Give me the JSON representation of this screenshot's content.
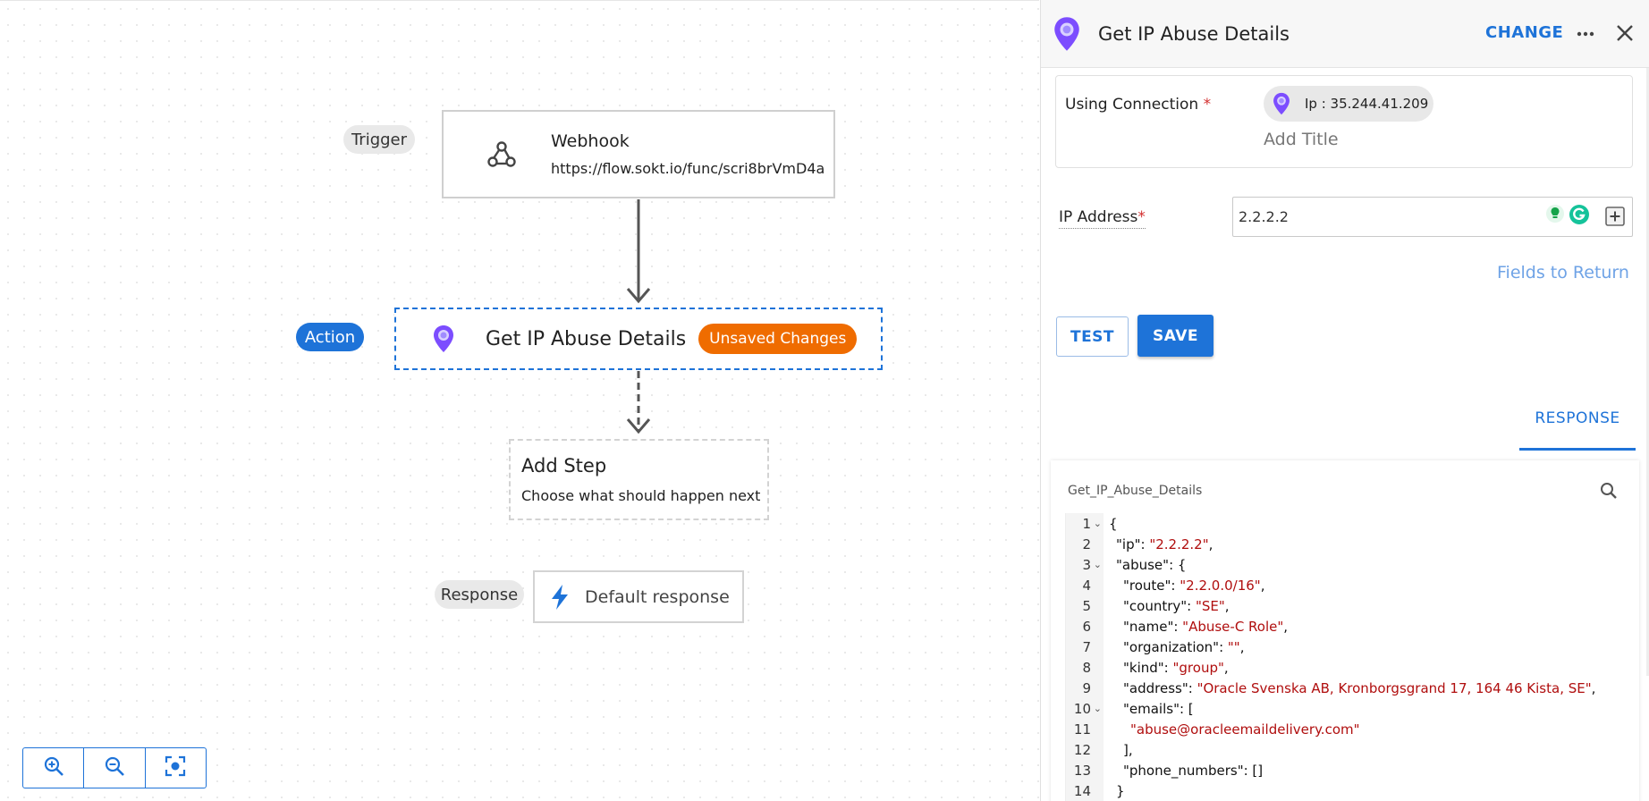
{
  "canvas": {
    "trigger_label": "Trigger",
    "webhook": {
      "title": "Webhook",
      "url": "https://flow.sokt.io/func/scri8brVmD4a"
    },
    "action_label": "Action",
    "action": {
      "title": "Get IP Abuse Details",
      "badge": "Unsaved Changes"
    },
    "add_step": {
      "title": "Add Step",
      "subtitle": "Choose what should happen next"
    },
    "response_label": "Response",
    "response": {
      "title": "Default response"
    }
  },
  "panel": {
    "title": "Get IP Abuse Details",
    "change_label": "CHANGE",
    "connection": {
      "label": "Using Connection",
      "required_mark": "*",
      "chip": "Ip : 35.244.41.209",
      "add_title": "Add Title"
    },
    "ip_field": {
      "label": "IP Address",
      "required_mark": "*",
      "value": "2.2.2.2"
    },
    "fields_to_return": "Fields to Return",
    "test_label": "TEST",
    "save_label": "SAVE",
    "tab_response": "RESPONSE",
    "response_box": {
      "title": "Get_IP_Abuse_Details",
      "lines": [
        {
          "n": "1",
          "fold": true,
          "indent": 0,
          "parts": [
            [
              "p",
              "{"
            ]
          ]
        },
        {
          "n": "2",
          "fold": false,
          "indent": 1,
          "parts": [
            [
              "p",
              "\"ip\": "
            ],
            [
              "s",
              "\"2.2.2.2\""
            ],
            [
              "p",
              ","
            ]
          ]
        },
        {
          "n": "3",
          "fold": true,
          "indent": 1,
          "parts": [
            [
              "p",
              "\"abuse\": {"
            ]
          ]
        },
        {
          "n": "4",
          "fold": false,
          "indent": 2,
          "parts": [
            [
              "p",
              "\"route\": "
            ],
            [
              "s",
              "\"2.2.0.0/16\""
            ],
            [
              "p",
              ","
            ]
          ]
        },
        {
          "n": "5",
          "fold": false,
          "indent": 2,
          "parts": [
            [
              "p",
              "\"country\": "
            ],
            [
              "s",
              "\"SE\""
            ],
            [
              "p",
              ","
            ]
          ]
        },
        {
          "n": "6",
          "fold": false,
          "indent": 2,
          "parts": [
            [
              "p",
              "\"name\": "
            ],
            [
              "s",
              "\"Abuse-C Role\""
            ],
            [
              "p",
              ","
            ]
          ]
        },
        {
          "n": "7",
          "fold": false,
          "indent": 2,
          "parts": [
            [
              "p",
              "\"organization\": "
            ],
            [
              "s",
              "\"\""
            ],
            [
              "p",
              ","
            ]
          ]
        },
        {
          "n": "8",
          "fold": false,
          "indent": 2,
          "parts": [
            [
              "p",
              "\"kind\": "
            ],
            [
              "s",
              "\"group\""
            ],
            [
              "p",
              ","
            ]
          ]
        },
        {
          "n": "9",
          "fold": false,
          "indent": 2,
          "parts": [
            [
              "p",
              "\"address\": "
            ],
            [
              "s",
              "\"Oracle Svenska AB, Kronborgsgrand 17, 164 46 Kista, SE\""
            ],
            [
              "p",
              ","
            ]
          ]
        },
        {
          "n": "10",
          "fold": true,
          "indent": 2,
          "parts": [
            [
              "p",
              "\"emails\": ["
            ]
          ]
        },
        {
          "n": "11",
          "fold": false,
          "indent": 3,
          "parts": [
            [
              "s",
              "\"abuse@oracleemaildelivery.com\""
            ]
          ]
        },
        {
          "n": "12",
          "fold": false,
          "indent": 2,
          "parts": [
            [
              "p",
              "],"
            ]
          ]
        },
        {
          "n": "13",
          "fold": false,
          "indent": 2,
          "parts": [
            [
              "p",
              "\"phone_numbers\": []"
            ]
          ]
        },
        {
          "n": "14",
          "fold": false,
          "indent": 1,
          "parts": [
            [
              "p",
              "}"
            ]
          ]
        }
      ]
    }
  },
  "icons": {
    "webhook": "webhook-icon",
    "pin": "location-pin-icon",
    "bolt": "lightning-bolt-icon",
    "zoom_in": "zoom-in-icon",
    "zoom_out": "zoom-out-icon",
    "fit": "fit-screen-icon",
    "more": "more-horizontal-icon",
    "close": "close-icon",
    "search": "search-icon"
  },
  "colors": {
    "accent": "#1e73d8",
    "badge_orange": "#ef6c00",
    "pin_purple": "#7c4dff",
    "string_red": "#b00e0e"
  }
}
